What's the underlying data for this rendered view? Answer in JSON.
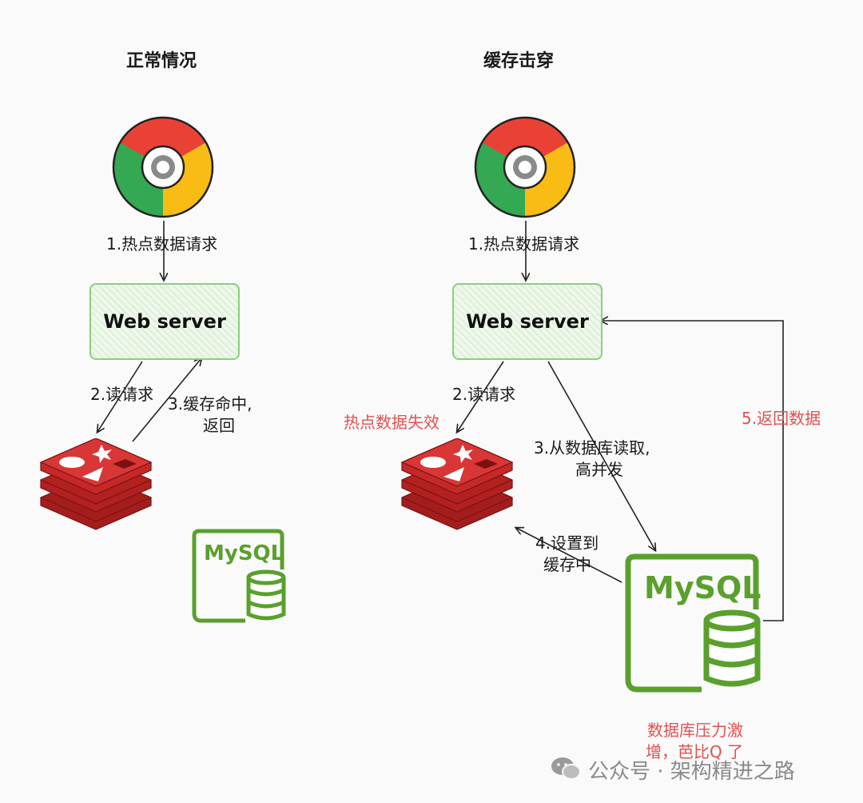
{
  "left_panel": {
    "title": "正常情况",
    "step1": "1.热点数据请求",
    "server": "Web server",
    "step2": "2.读请求",
    "step3_line1": "3.缓存命中,",
    "step3_line2": "返回",
    "mysql": "MySQL"
  },
  "right_panel": {
    "title": "缓存击穿",
    "step1": "1.热点数据请求",
    "server": "Web server",
    "step2": "2.读请求",
    "cache_invalid": "热点数据失效",
    "step3_line1": "3.从数据库读取,",
    "step3_line2": "高并发",
    "step4_line1": "4.设置到",
    "step4_line2": "缓存中",
    "step5": "5.返回数据",
    "mysql": "MySQL",
    "pressure_line1": "数据库压力激",
    "pressure_line2": "增，芭比Q 了"
  },
  "watermark": "公众号 · 架构精进之路",
  "colors": {
    "accent_red": "#e25050",
    "server_border": "#8ccf7e",
    "mysql_green": "#5aa02c",
    "redis_red": "#c62828"
  },
  "icons": [
    "chrome-icon",
    "redis-icon",
    "mysql-icon",
    "wechat-icon"
  ]
}
